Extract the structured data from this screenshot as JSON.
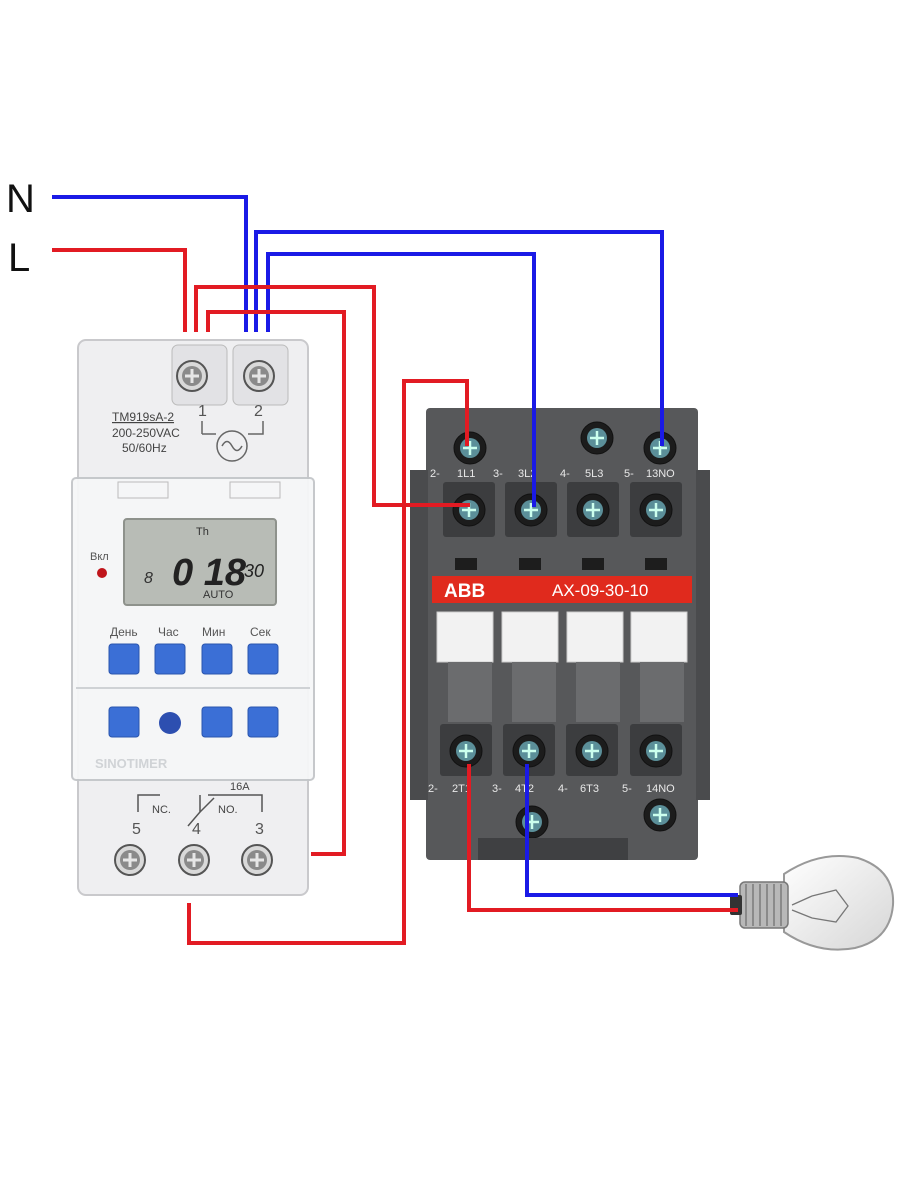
{
  "supply": {
    "neutral_label": "N",
    "live_label": "L"
  },
  "timer": {
    "model": "TM919sA-2",
    "voltage": "200-250VAC",
    "frequency": "50/60Hz",
    "power_terminals": [
      "1",
      "2"
    ],
    "indicator_label": "Вкл",
    "display": {
      "top_mark": "Th",
      "day": "8",
      "time": "0 18",
      "seconds": "30",
      "mode": "AUTO"
    },
    "button_labels": [
      "День",
      "Час",
      "Мин",
      "Сек"
    ],
    "brand": "SINOTIMER",
    "rating": "16A",
    "contact_nc": "NC.",
    "contact_no": "NO.",
    "output_terminals": [
      "5",
      "4",
      "3"
    ]
  },
  "contactor": {
    "brand": "ABB",
    "model": "AX-09-30-10",
    "top_labels": [
      "1L1",
      "3L2",
      "5L3",
      "13NO"
    ],
    "top_prefixes": [
      "2-",
      "3-",
      "4-",
      "5-"
    ],
    "bottom_labels": [
      "2T1",
      "4T2",
      "6T3",
      "14NO"
    ],
    "bottom_prefixes": [
      "2-",
      "3-",
      "4-",
      "5-"
    ]
  },
  "colors": {
    "neutral_wire": "#1a1ae6",
    "live_wire": "#e21b23",
    "contactor_body": "#57585a",
    "contactor_band": "#e02a1d",
    "timer_button": "#3b6fd6"
  },
  "icons": [
    "screw-terminal-icon",
    "ac-sine-icon",
    "nc-contact-icon",
    "no-contact-icon",
    "light-bulb-icon"
  ]
}
